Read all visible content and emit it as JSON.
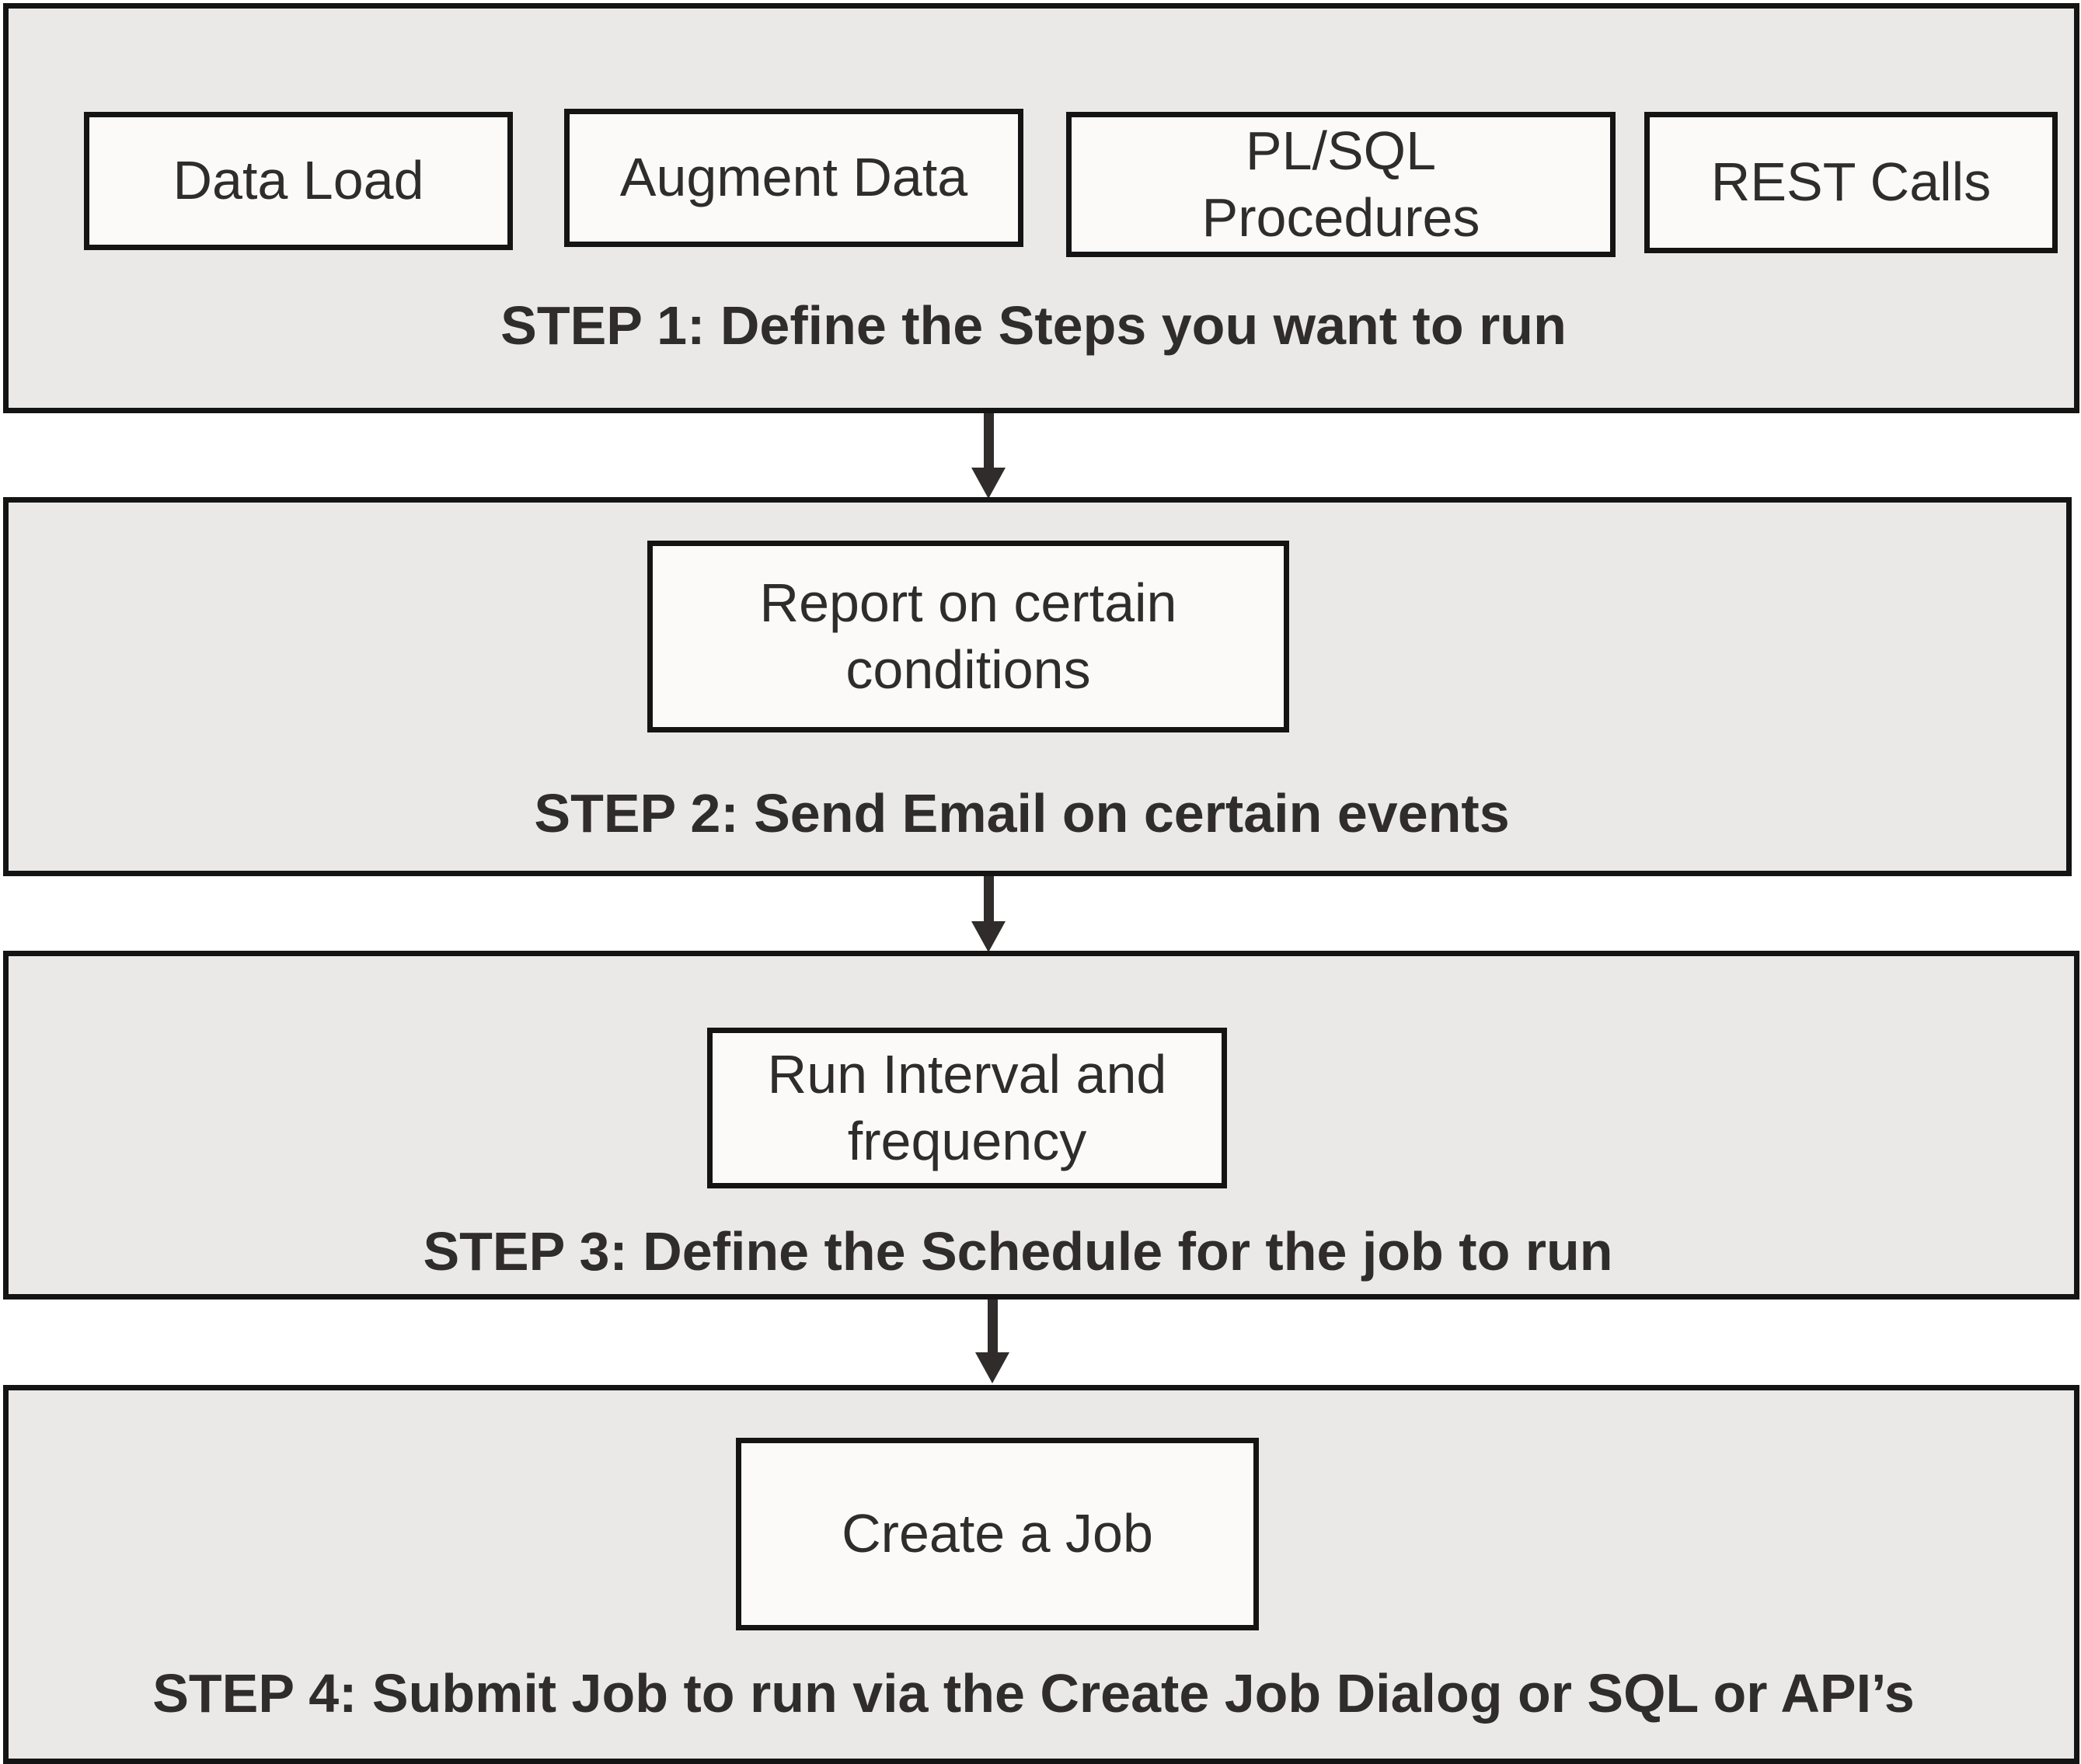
{
  "colors": {
    "panel_fill": "#ebe9e7",
    "box_fill": "#fbfaf9",
    "border": "#141414",
    "text": "#2f2c2b"
  },
  "step1": {
    "label": "STEP 1: Define the Steps you want to run",
    "boxes": {
      "data_load": "Data Load",
      "augment_data": "Augment Data",
      "plsql_line1": "PL/SQL",
      "plsql_line2": "Procedures",
      "rest_calls": "REST Calls"
    }
  },
  "step2": {
    "label": "STEP 2: Send Email on certain events",
    "box_line1": "Report on certain",
    "box_line2": "conditions"
  },
  "step3": {
    "label": "STEP 3: Define the Schedule for the job to run",
    "box_line1": "Run Interval and",
    "box_line2": "frequency"
  },
  "step4": {
    "label": "STEP 4: Submit Job to run via the Create Job Dialog or  SQL or API’s",
    "box": "Create a Job"
  }
}
